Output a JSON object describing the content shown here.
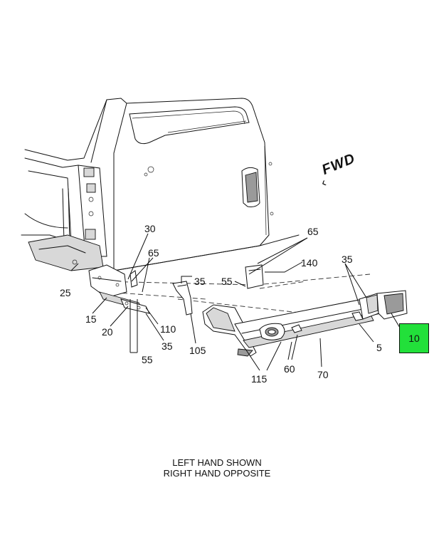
{
  "callouts": [
    {
      "id": "c30",
      "text": "30"
    },
    {
      "id": "c65a",
      "text": "65"
    },
    {
      "id": "c65b",
      "text": "65"
    },
    {
      "id": "c140",
      "text": "140"
    },
    {
      "id": "c35a",
      "text": "35"
    },
    {
      "id": "c55a",
      "text": "55"
    },
    {
      "id": "c35b",
      "text": "35"
    },
    {
      "id": "c25",
      "text": "25"
    },
    {
      "id": "c15",
      "text": "15"
    },
    {
      "id": "c20",
      "text": "20"
    },
    {
      "id": "c110",
      "text": "110"
    },
    {
      "id": "c35c",
      "text": "35"
    },
    {
      "id": "c105",
      "text": "105"
    },
    {
      "id": "c55b",
      "text": "55"
    },
    {
      "id": "c115",
      "text": "115"
    },
    {
      "id": "c60",
      "text": "60"
    },
    {
      "id": "c70",
      "text": "70"
    },
    {
      "id": "c5",
      "text": "5"
    }
  ],
  "highlight": {
    "text": "10",
    "color": "#22e03a"
  },
  "direction_label": "FWD",
  "notes": {
    "line1": "LEFT HAND SHOWN",
    "line2": "RIGHT HAND OPPOSITE"
  }
}
